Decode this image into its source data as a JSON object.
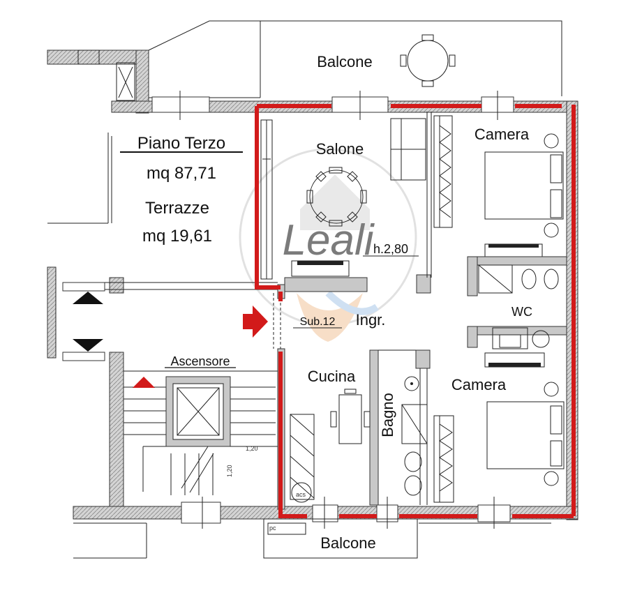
{
  "info": {
    "floor_title": "Piano Terzo",
    "floor_area": "mq 87,71",
    "terrace_title": "Terrazze",
    "terrace_area": "mq 19,61"
  },
  "rooms": {
    "balcone_top": "Balcone",
    "salone": "Salone",
    "camera_top": "Camera",
    "wc": "WC",
    "ingresso": "Ingr.",
    "cucina": "Cucina",
    "bagno": "Bagno",
    "camera_bottom": "Camera",
    "balcone_bottom": "Balcone",
    "ascensore": "Ascensore"
  },
  "annotations": {
    "height": "h.2,80",
    "sub": "Sub.12",
    "dim1": "1,20",
    "dim2": "1,20",
    "acs": "acs",
    "pc": "pc"
  },
  "watermark": "Leali",
  "colors": {
    "boundary": "#d21a1a",
    "entrance_arrow": "#d21a1a",
    "stair_up": "#d21a1a",
    "wall_fill": "#c8c8c8"
  }
}
